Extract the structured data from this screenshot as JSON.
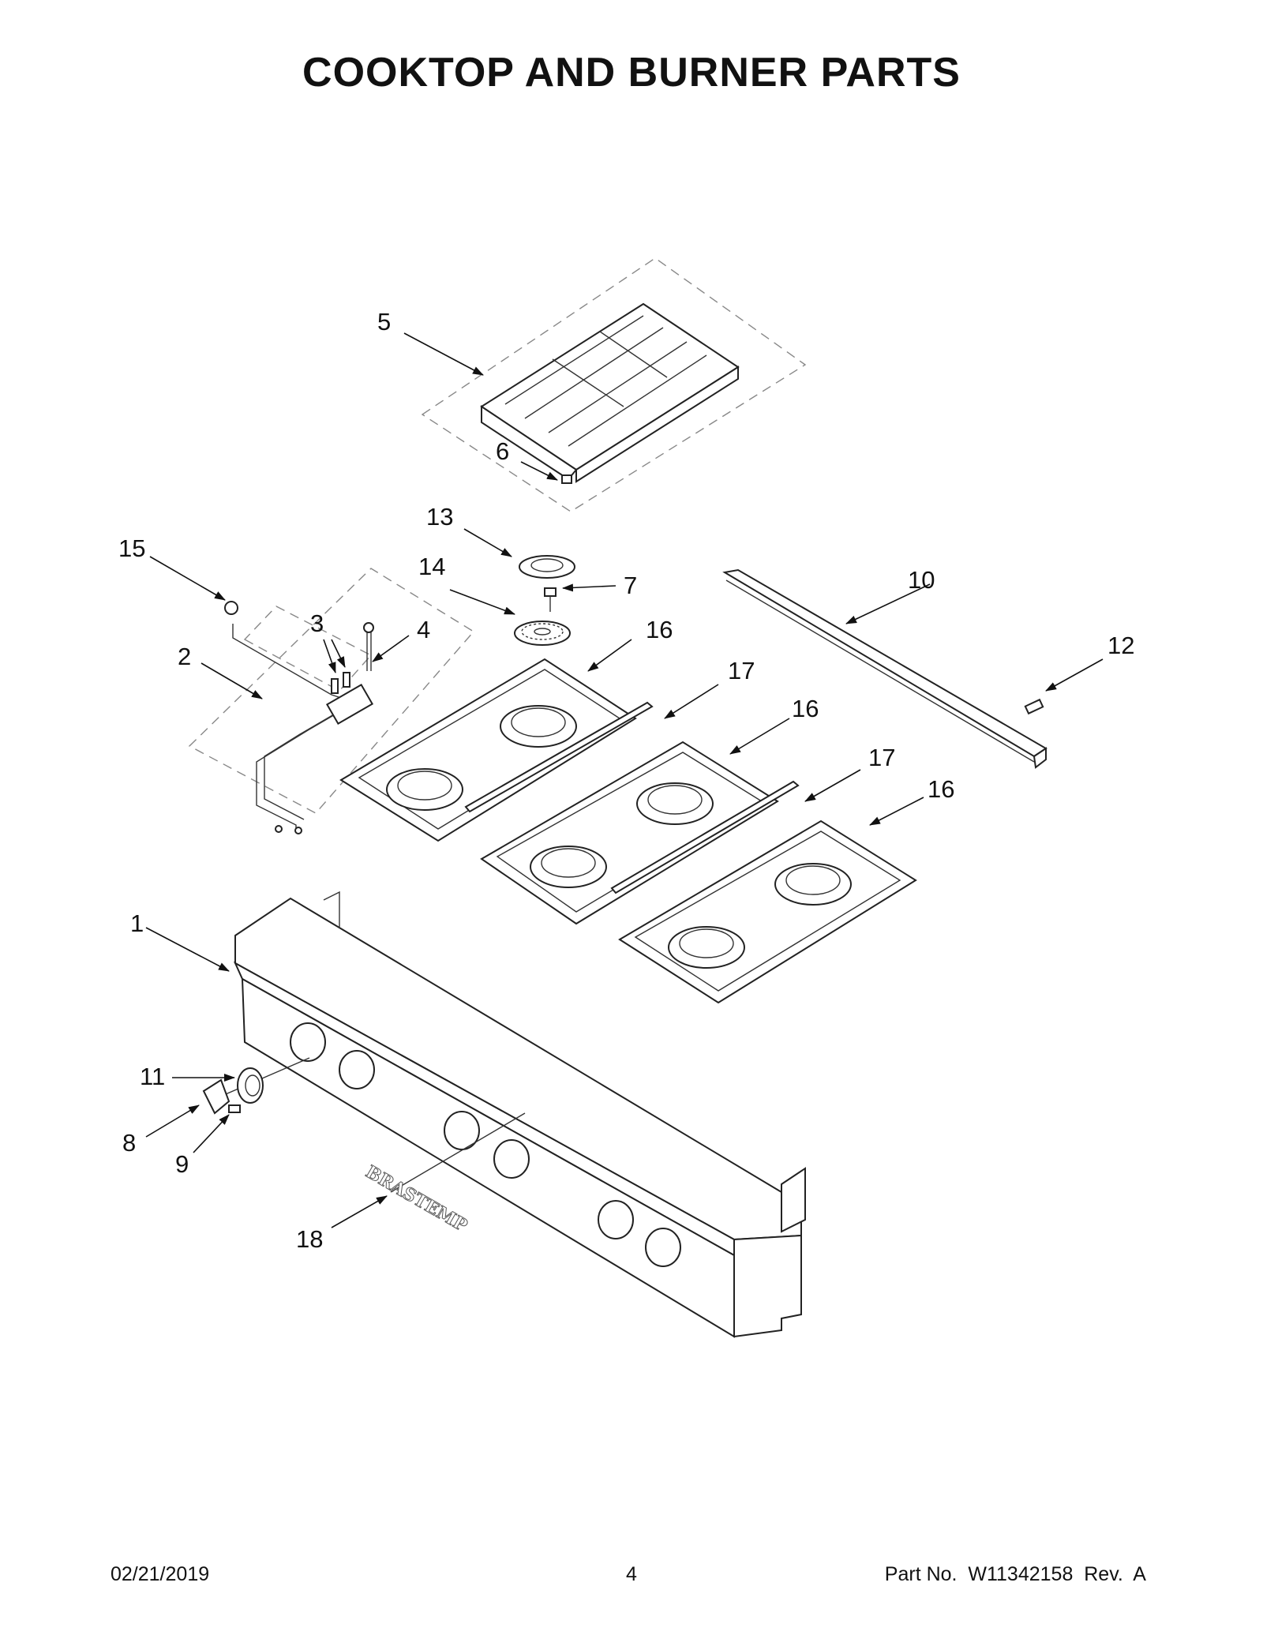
{
  "page": {
    "title": "COOKTOP AND BURNER PARTS",
    "footer": {
      "date": "02/21/2019",
      "page_number": "4",
      "part_number": "Part No.  W11342158  Rev.  A"
    }
  },
  "diagram": {
    "callouts": [
      "1",
      "2",
      "3",
      "4",
      "5",
      "6",
      "7",
      "8",
      "9",
      "10",
      "11",
      "12",
      "13",
      "14",
      "15",
      "16",
      "16",
      "16",
      "17",
      "17",
      "18"
    ],
    "logo_text": "BRASTEMP"
  }
}
